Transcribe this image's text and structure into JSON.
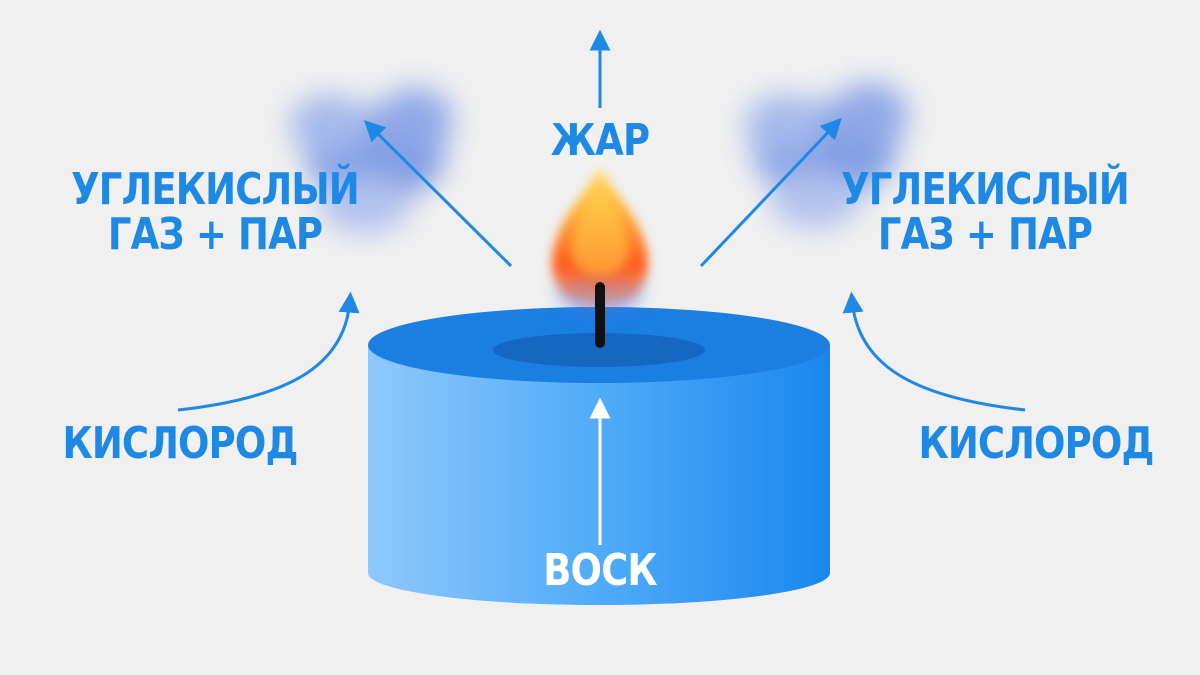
{
  "labels": {
    "heat": "ЖАР",
    "co2_left_line1": "УГЛЕКИСЛЫЙ",
    "co2_left_line2": "ГАЗ + ПАР",
    "co2_right_line1": "УГЛЕКИСЛЫЙ",
    "co2_right_line2": "ГАЗ + ПАР",
    "oxygen_left": "КИСЛОРОД",
    "oxygen_right": "КИСЛОРОД",
    "wax": "ВОСК"
  },
  "colors": {
    "background": "#f0f0f0",
    "label": "#1e88e5",
    "arrow": "#1e88e5",
    "candle_top": "#1a7fe0",
    "candle_side_light": "#8ec8fb",
    "candle_side_dark": "#1a86ee",
    "wax_pool": "#1567c2",
    "wick": "#111111",
    "flame_outer": "#ff5a1a",
    "flame_inner": "#ffd34d",
    "smoke": "#3b6fd8",
    "wax_label": "#ffffff"
  }
}
